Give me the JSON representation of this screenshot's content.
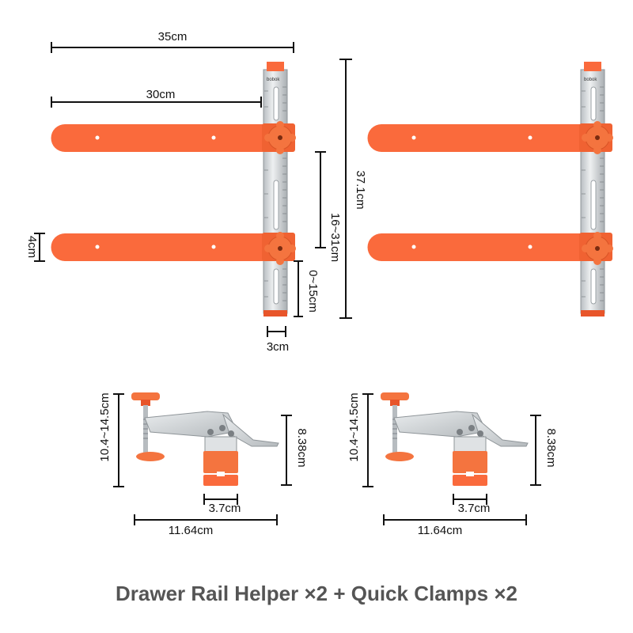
{
  "caption": "Drawer Rail Helper ×2 + Quick Clamps ×2",
  "dimensions": {
    "overall_width": "35cm",
    "arm_length": "30cm",
    "height": "37.1cm",
    "arm_spacing": "16~31cm",
    "bottom_offset": "0~15cm",
    "arm_width": "4cm",
    "rail_width": "3cm"
  },
  "clamp_dimensions": {
    "open_height": "10.4~14.5cm",
    "body_height": "8.38cm",
    "jaw_width": "3.7cm",
    "length": "11.64cm"
  },
  "ruler_brand": "bobok",
  "colors": {
    "orange": "#fa6a3c",
    "orange_dark": "#e8552a",
    "steel": "#cfd3d6",
    "steel_dark": "#9aa0a4",
    "knob": "#f4743f",
    "caption": "#555555"
  }
}
